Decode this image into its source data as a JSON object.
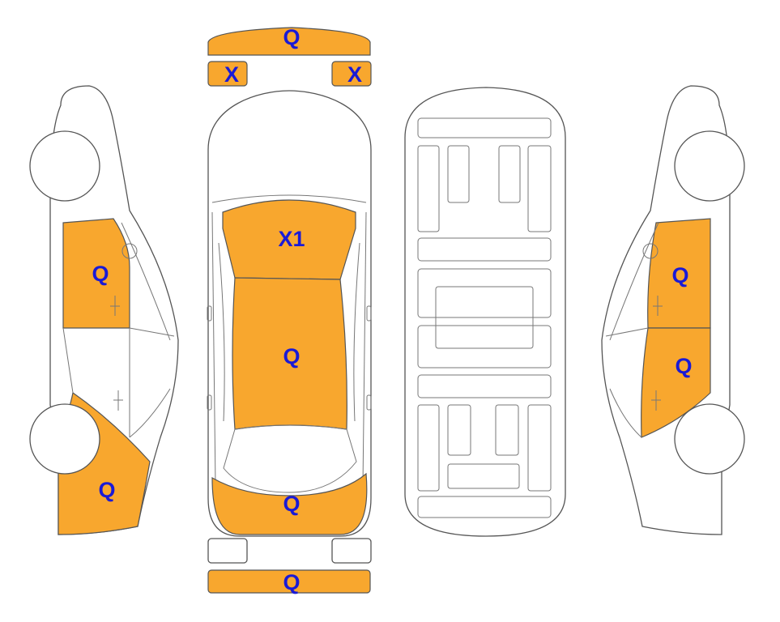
{
  "colors": {
    "highlight": "#F8A72E",
    "label": "#1A1AD6",
    "outline": "#555555",
    "background": "#FFFFFF"
  },
  "labels": {
    "front_bumper": "Q",
    "headlight_left": "X",
    "headlight_right": "X",
    "windshield": "X1",
    "roof": "Q",
    "trunk_lid": "Q",
    "rear_bumper": "Q",
    "left_front_door": "Q",
    "left_rear_quarter": "Q",
    "right_front_door": "Q",
    "right_rear_door": "Q"
  }
}
